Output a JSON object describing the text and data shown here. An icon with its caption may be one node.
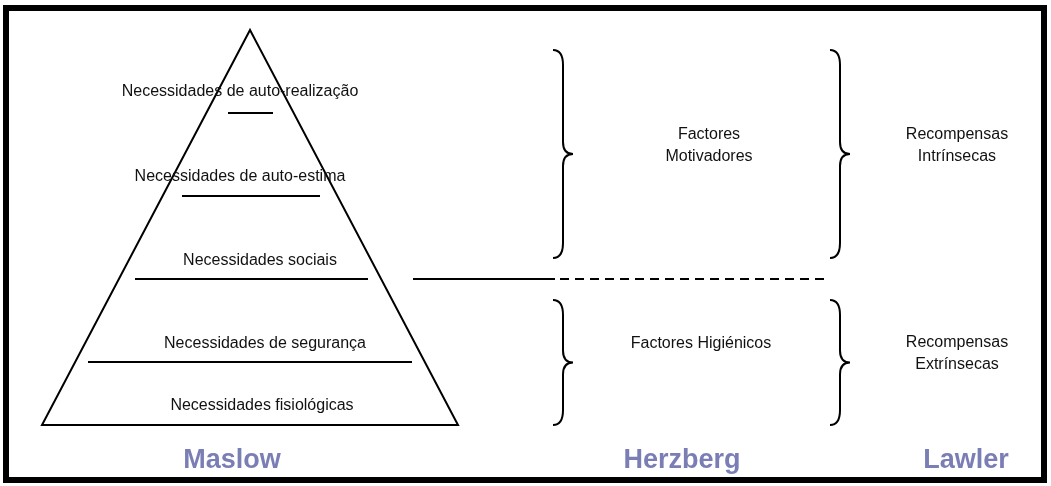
{
  "diagram": {
    "labels": [
      "Necessidades de auto-realização",
      "Factores Motivadores",
      "Recompensas Intrínsecas",
      "Necessidades de auto-estima",
      "Necessidades sociais",
      "Necessidades de segurança",
      "Factores Higiénicos",
      "Recompensas Extrínsecas",
      "Necessidades fisiológicas",
      "Maslow",
      "Herzberg",
      "Lawler"
    ]
  }
}
